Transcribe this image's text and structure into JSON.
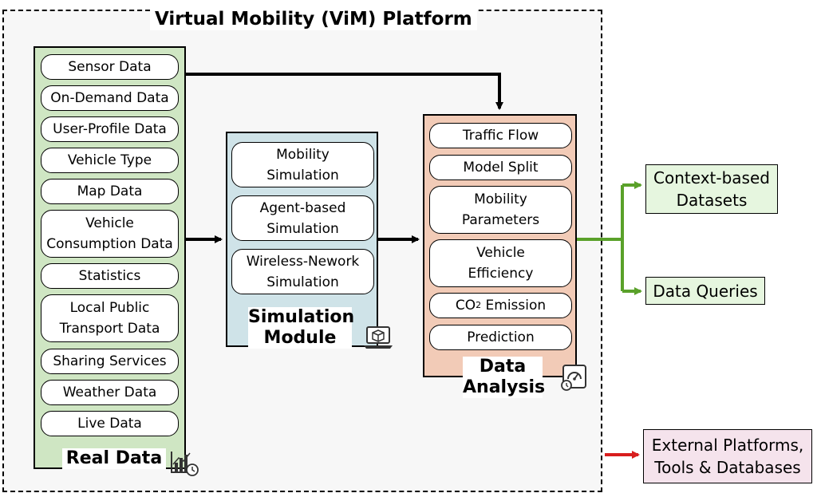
{
  "platform": {
    "title": "Virtual Mobility (ViM) Platform"
  },
  "real_data": {
    "label": "Real Data",
    "items": [
      "Sensor Data",
      "On-Demand Data",
      "User-Profile Data",
      "Vehicle Type",
      "Map Data",
      "Vehicle\nConsumption Data",
      "Statistics",
      "Local Public\nTransport Data",
      "Sharing Services",
      "Weather Data",
      "Live Data"
    ]
  },
  "simulation": {
    "label": "Simulation\nModule",
    "items": [
      "Mobility\nSimulation",
      "Agent-based\nSimulation",
      "Wireless-Nework\nSimulation"
    ]
  },
  "analysis": {
    "label": "Data\nAnalysis",
    "items": [
      "Traffic Flow",
      "Model Split",
      "Mobility\nParameters",
      "Vehicle\nEfficiency",
      "CO",
      "Prediction"
    ],
    "co2_subscript": "2",
    "co2_suffix": " Emission"
  },
  "outputs": {
    "context": "Context-based\nDatasets",
    "queries": "Data Queries",
    "external": "External Platforms,\nTools & Databases"
  },
  "colors": {
    "real_data_bg": "#cfe6c3",
    "simulation_bg": "#cfe3e8",
    "analysis_bg": "#f2cbb7",
    "output_green": "#5aa12a",
    "output_red": "#d81e1e"
  },
  "icons": {
    "real_data": "chart-clock-icon",
    "simulation": "laptop-cube-icon",
    "analysis": "gauge-clock-icon"
  }
}
